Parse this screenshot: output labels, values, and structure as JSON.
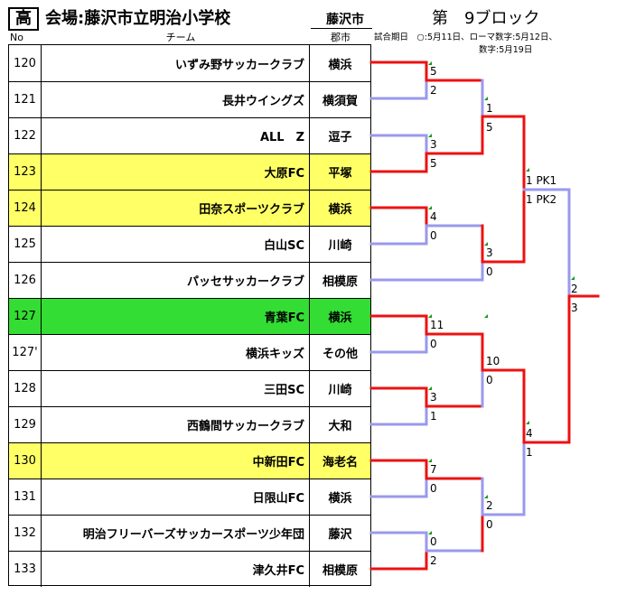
{
  "header": {
    "badge": "高",
    "venue": "会場:藤沢市立明治小学校",
    "city": "藤沢市",
    "block": "第　9ブロック"
  },
  "columns": {
    "no": "No",
    "team": "チーム",
    "city": "郡市"
  },
  "notes": {
    "line1": "試合期日　○:5月11日、ローマ数字:5月12日、",
    "line2": "数字:5月19日"
  },
  "rows": [
    {
      "no": "120",
      "team": "いずみ野サッカークラブ",
      "city": "横浜",
      "highlight": ""
    },
    {
      "no": "121",
      "team": "長井ウイングズ",
      "city": "横須賀",
      "highlight": ""
    },
    {
      "no": "122",
      "team": "ALL　Z",
      "city": "逗子",
      "highlight": ""
    },
    {
      "no": "123",
      "team": "大原FC",
      "city": "平塚",
      "highlight": "yellow"
    },
    {
      "no": "124",
      "team": "田奈スポーツクラブ",
      "city": "横浜",
      "highlight": "yellow"
    },
    {
      "no": "125",
      "team": "白山SC",
      "city": "川崎",
      "highlight": ""
    },
    {
      "no": "126",
      "team": "パッセサッカークラブ",
      "city": "相模原",
      "highlight": ""
    },
    {
      "no": "127",
      "team": "青葉FC",
      "city": "横浜",
      "highlight": "green"
    },
    {
      "no": "127'",
      "team": "横浜キッズ",
      "city": "その他",
      "highlight": ""
    },
    {
      "no": "128",
      "team": "三田SC",
      "city": "川崎",
      "highlight": ""
    },
    {
      "no": "129",
      "team": "西鶴間サッカークラブ",
      "city": "大和",
      "highlight": ""
    },
    {
      "no": "130",
      "team": "中新田FC",
      "city": "海老名",
      "highlight": "yellow"
    },
    {
      "no": "131",
      "team": "日限山FC",
      "city": "横浜",
      "highlight": ""
    },
    {
      "no": "132",
      "team": "明治フリーバーズサッカースポーツ少年団",
      "city": "藤沢",
      "highlight": ""
    },
    {
      "no": "133",
      "team": "津久井FC",
      "city": "相模原",
      "highlight": ""
    }
  ],
  "colors": {
    "winner": "#ee1111",
    "loser": "#9999ee",
    "yellow": "#ffff66",
    "green": "#33dd33"
  },
  "bracket": {
    "scores": [
      "5",
      "2",
      "1",
      "5",
      "3",
      "5",
      "1 PK1",
      "1 PK2",
      "4",
      "0",
      "3",
      "0",
      "2",
      "3",
      "11",
      "0",
      "10",
      "0",
      "3",
      "1",
      "4",
      "1",
      "7",
      "0",
      "2",
      "0",
      "0",
      "2"
    ]
  }
}
